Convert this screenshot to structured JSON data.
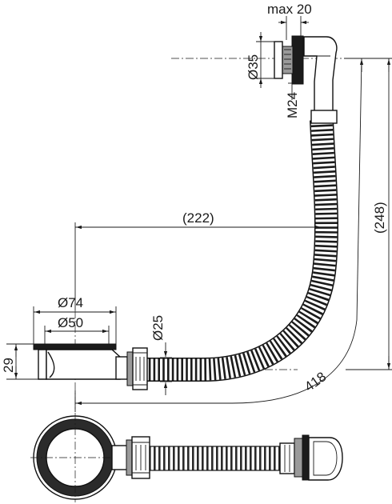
{
  "dimensions": {
    "max_overflow": "max 20",
    "overflow_diameter": "Ø35",
    "overflow_thread": "M24",
    "vertical_height": "(248)",
    "horizontal_length": "(222)",
    "outlet_outer_diameter": "Ø74",
    "outlet_inner_diameter": "Ø50",
    "outlet_height": "29",
    "hose_diameter": "Ø25",
    "hose_length": "418"
  }
}
